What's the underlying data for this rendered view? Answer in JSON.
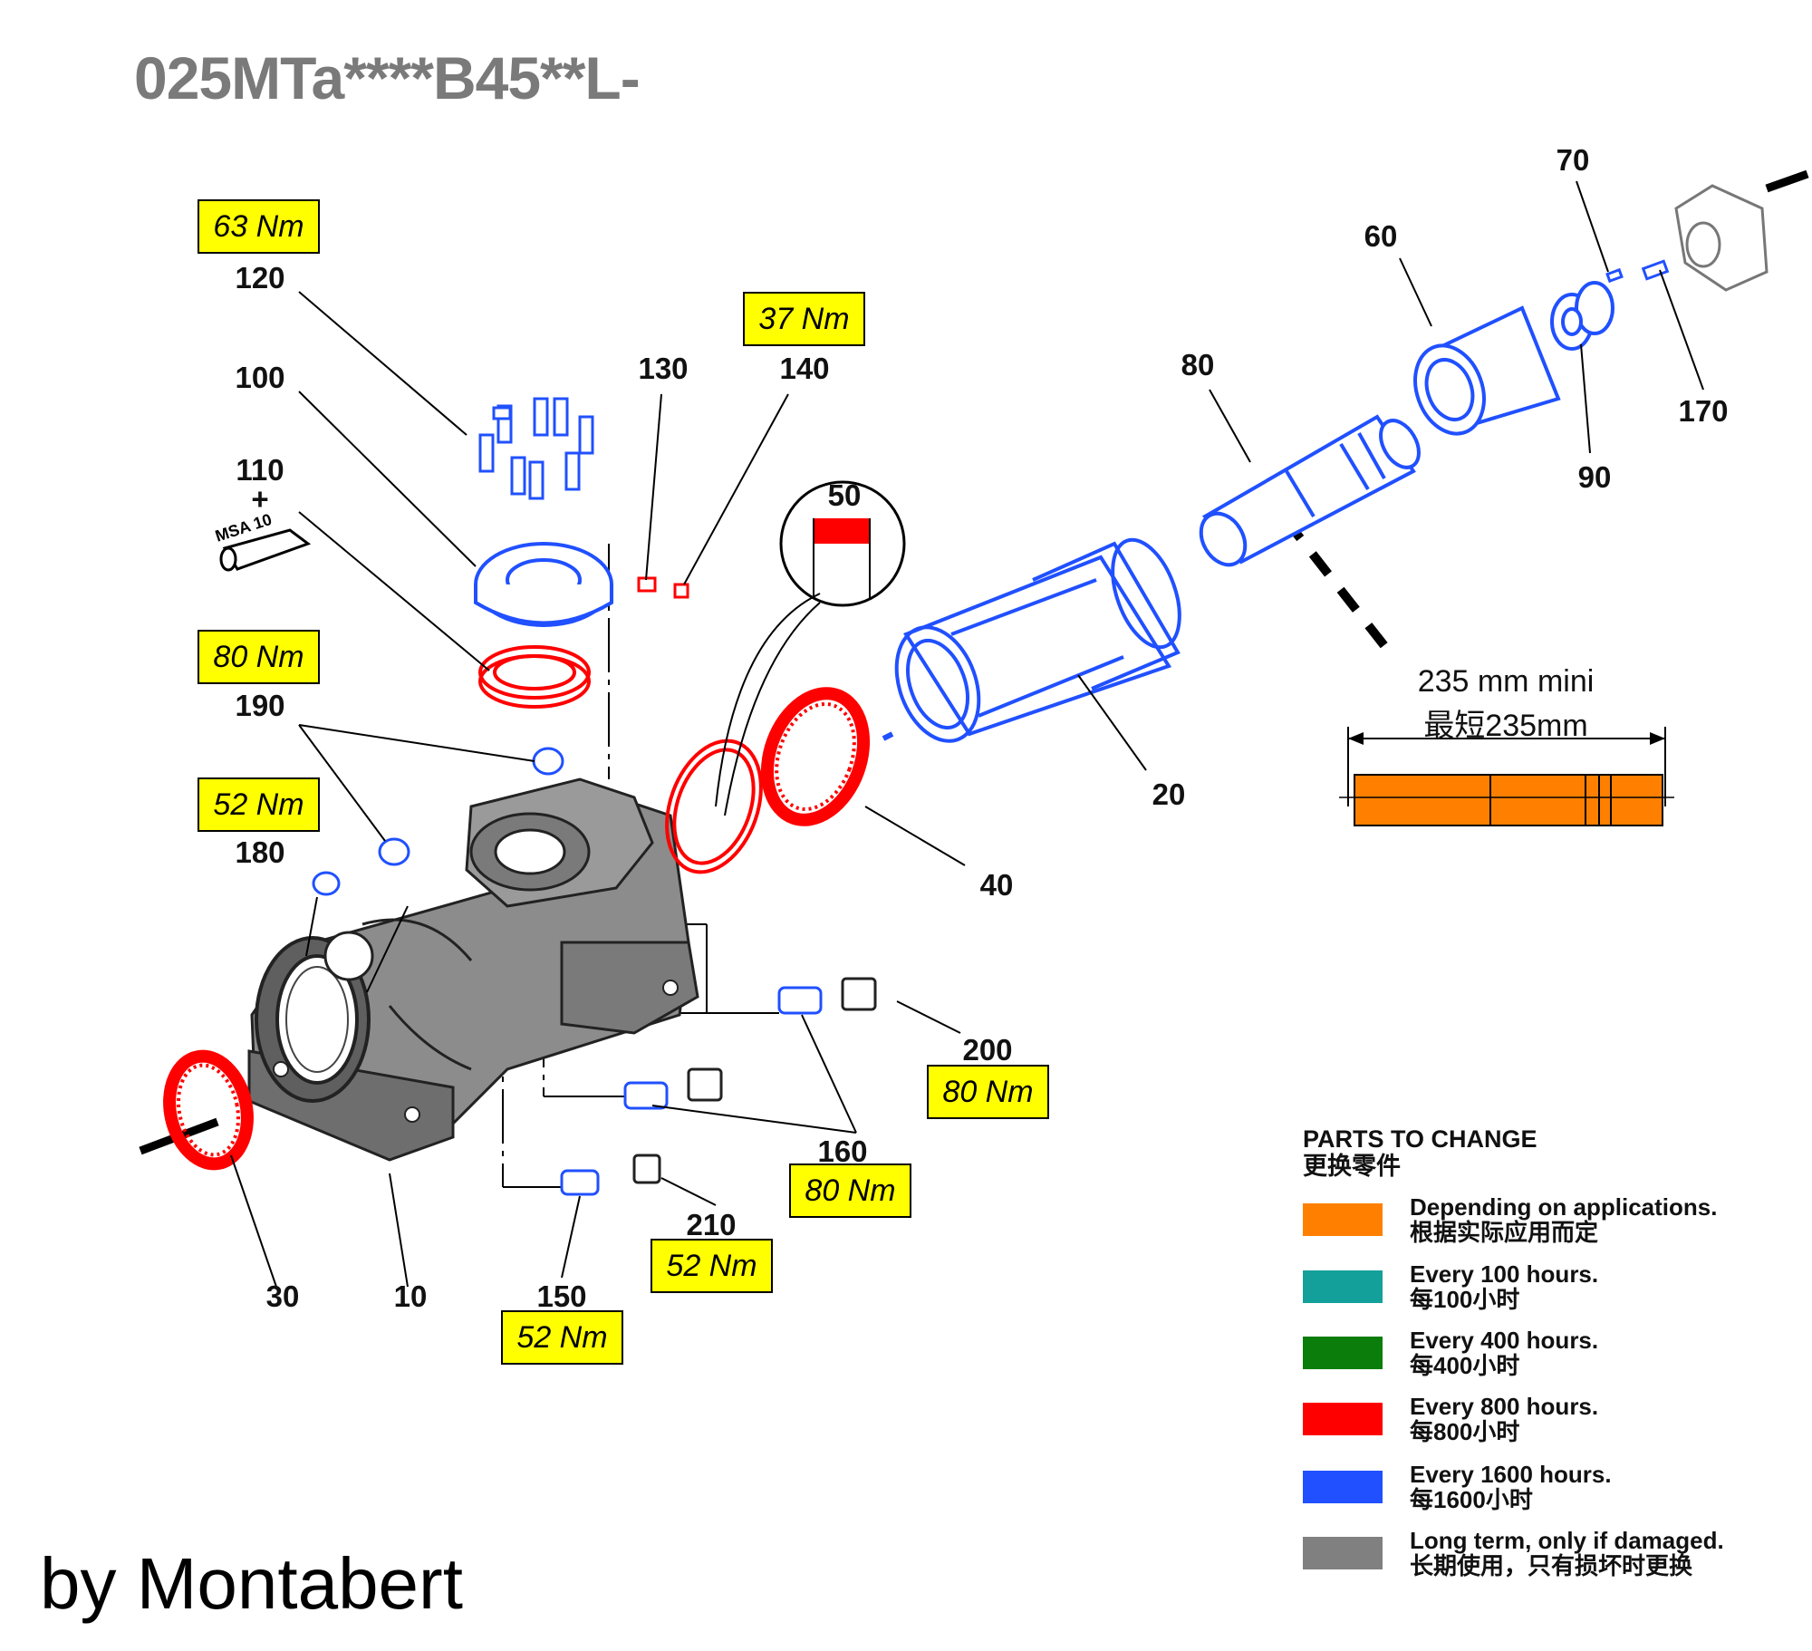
{
  "title": "025MTa****B45**L-",
  "credit": "by Montabert",
  "parts": {
    "p10": "10",
    "p20": "20",
    "p30": "30",
    "p40": "40",
    "p50": "50",
    "p60": "60",
    "p70": "70",
    "p80": "80",
    "p90": "90",
    "p100": "100",
    "p110": "110",
    "plus": "+",
    "p120": "120",
    "p130": "130",
    "p140": "140",
    "p150": "150",
    "p160": "160",
    "p170": "170",
    "p180": "180",
    "p190": "190",
    "p200": "200",
    "p210": "210"
  },
  "torques": {
    "t120": "63 Nm",
    "t140": "37 Nm",
    "t190": "80 Nm",
    "t180": "52 Nm",
    "t200": "80 Nm",
    "t160": "80 Nm",
    "t210": "52 Nm",
    "t150": "52 Nm"
  },
  "grease_label": "MSA 10",
  "min_length": {
    "en": "235 mm mini",
    "zh": "最短235mm"
  },
  "legend": {
    "title_en": "PARTS TO CHANGE",
    "title_zh": "更换零件",
    "items": [
      {
        "en": "Depending on applications.",
        "zh": "根据实际应用而定",
        "color": "#ff8000"
      },
      {
        "en": "Every 100 hours.",
        "zh": "每100小时",
        "color": "#14a09a"
      },
      {
        "en": "Every 400 hours.",
        "zh": "每400小时",
        "color": "#0a7d0a"
      },
      {
        "en": "Every 800 hours.",
        "zh": "每800小时",
        "color": "#ff0000"
      },
      {
        "en": "Every 1600 hours.",
        "zh": "每1600小时",
        "color": "#2050ff"
      },
      {
        "en": "Long term, only if damaged.",
        "zh": "长期使用，只有损坏时更换",
        "color": "#808080"
      }
    ]
  }
}
